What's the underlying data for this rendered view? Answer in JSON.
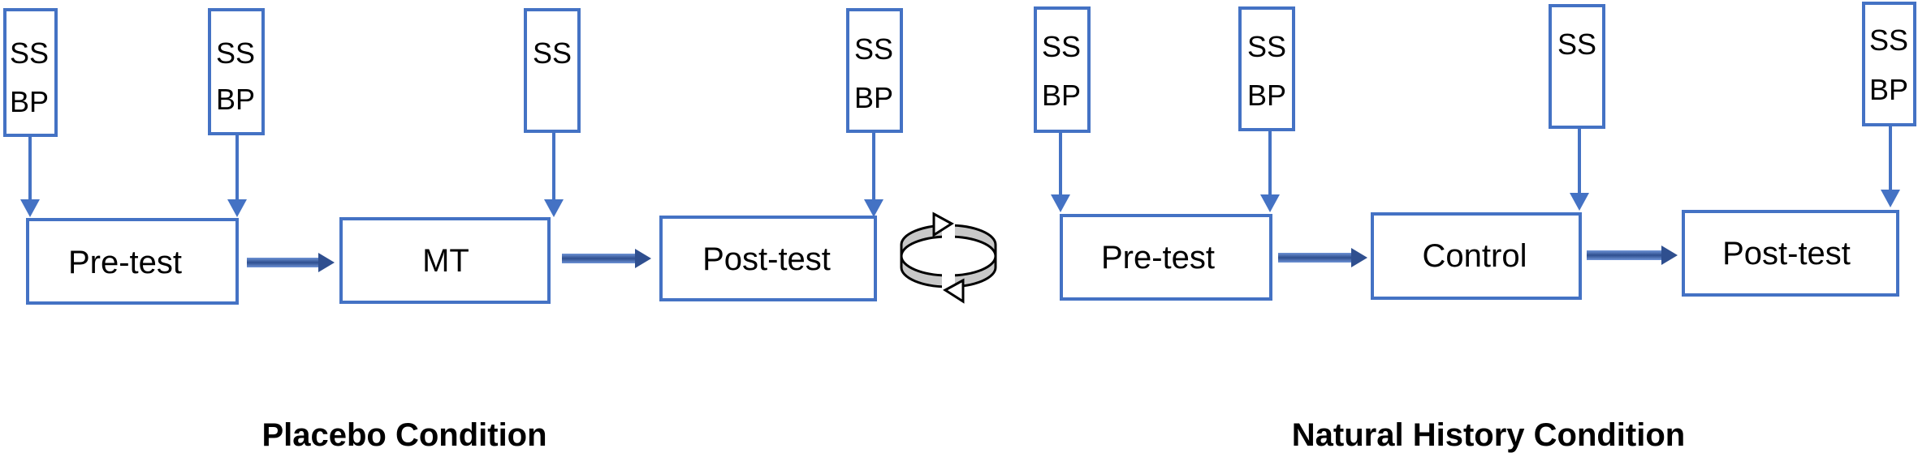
{
  "placebo": {
    "title": "Placebo Condition",
    "steps": [
      "Pre-test",
      "MT",
      "Post-test"
    ],
    "measures": [
      [
        "SS",
        "BP"
      ],
      [
        "SS",
        "BP"
      ],
      [
        "SS"
      ],
      [
        "SS",
        "BP"
      ]
    ]
  },
  "natural": {
    "title": "Natural History Condition",
    "steps": [
      "Pre-test",
      "Control",
      "Post-test"
    ],
    "measures": [
      [
        "SS",
        "BP"
      ],
      [
        "SS",
        "BP"
      ],
      [
        "SS"
      ],
      [
        "SS",
        "BP"
      ]
    ]
  },
  "colors": {
    "box_stroke": "#4472C4",
    "arrow_fill": "#4472C4",
    "arrow_dark": "#2F4F8F",
    "crossover_fill": "#C8C8C8",
    "crossover_stroke": "#000000"
  },
  "icons": {
    "crossover": "circular-arrows-icon"
  }
}
